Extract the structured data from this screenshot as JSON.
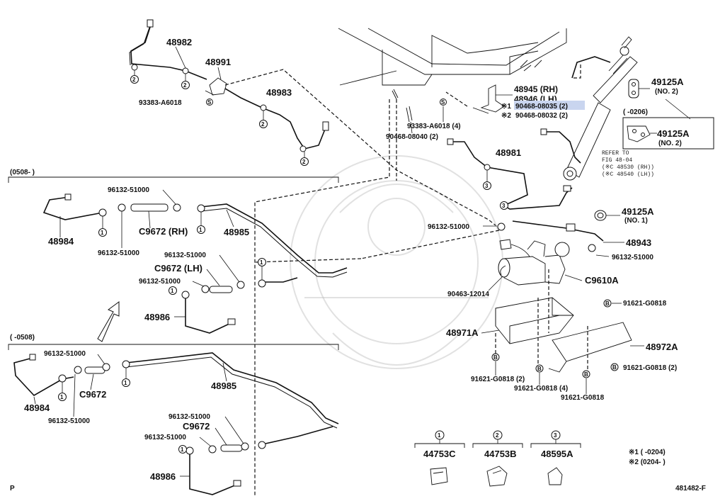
{
  "labels": {
    "p48982": "48982",
    "p48991": "48991",
    "p48983": "48983",
    "p93383a": "93383-A6018",
    "p93383b": "93383-A6018 (4)",
    "p90468_40": "90468-08040 (2)",
    "p48945": "48945 (RH)",
    "p48946": "48946 (LH)",
    "p90468_35": "90468-08035 (2)",
    "p90468_32": "90468-08032 (2)",
    "star1": "※1",
    "star2": "※2",
    "p49125a_top": "49125A",
    "p49125a_top_no": "(NO. 2)",
    "p49125a_box": "49125A",
    "p49125a_box_no": "(NO. 2)",
    "box_date": "(    -0206)",
    "p48981": "48981",
    "refer1": "REFER TO",
    "refer2": "FIG 48-04",
    "refer3": "(※C 48530 (RH))",
    "refer4": "(※C 48540 (LH))",
    "p49125a_mid": "49125A",
    "p49125a_mid_no": "(NO. 1)",
    "p48943": "48943",
    "p96132_mid": "96132-51000",
    "p96132_right": "96132-51000",
    "p90463": "90463-12014",
    "pC9610A": "C9610A",
    "p91621_a": "91621-G0818",
    "p48971A": "48971A",
    "p48972A": "48972A",
    "p91621_b": "91621-G0818 (2)",
    "p91621_c": "91621-G0818 (2)",
    "p91621_d": "91621-G0818 (4)",
    "p91621_e": "91621-G0818",
    "range_top": "(0508-       )",
    "range_bot": "(       -0508)",
    "p96132_u1": "96132-51000",
    "p96132_u2": "96132-51000",
    "p96132_u3": "96132-51000",
    "p96132_u4": "96132-51000",
    "pC9672_RH": "C9672 (RH)",
    "pC9672_LH": "C9672 (LH)",
    "p48984_u": "48984",
    "p48985_u": "48985",
    "p48986_u": "48986",
    "p96132_l1": "96132-51000",
    "p96132_l2": "96132-51000",
    "p96132_l3": "96132-51000",
    "p96132_l4": "96132-51000",
    "pC9672_l1": "C9672",
    "pC9672_l2": "C9672",
    "p48984_l": "48984",
    "p48985_l": "48985",
    "p48986_l": "48986",
    "clip1_num": "1",
    "clip2_num": "2",
    "clip3_num": "3",
    "clip1": "44753C",
    "clip2": "44753B",
    "clip3": "48595A",
    "note1": "※1 (      -0204)",
    "note2": "※2 (0204-      )",
    "page_p": "P",
    "fig_no": "481482-F"
  },
  "callout_numbers": [
    "1",
    "2",
    "3"
  ],
  "bolt_marker": "B",
  "highlight_color": "#c9d5ef"
}
